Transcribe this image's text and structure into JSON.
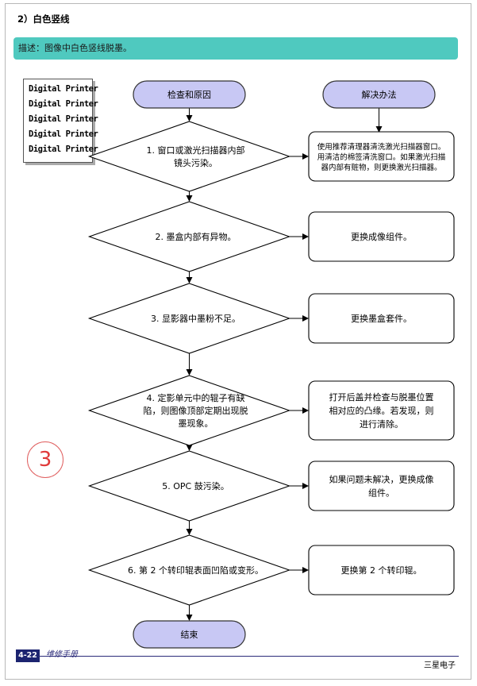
{
  "section": {
    "title": "2）白色竖线"
  },
  "description": "描述：图像中白色竖线脱墨。",
  "logo": {
    "lines": [
      "Digital Printer",
      "Digital Printer",
      "Digital Printer",
      "Digital Printer",
      "Digital Printer"
    ]
  },
  "flow": {
    "header_left": "检查和原因",
    "header_right": "解决办法",
    "end": "结束",
    "steps": [
      {
        "cause": [
          "1. 窗口或激光扫描器内部",
          "镜头污染。"
        ],
        "solution": [
          "使用推荐清理器清洗激光扫描器窗口。",
          "用清洁的棉签清洗窗口。如果激光扫描",
          "器内部有赃物，则更换激光扫描器。"
        ]
      },
      {
        "cause": [
          "2. 墨盒内部有异物。"
        ],
        "solution": [
          "更换成像组件。"
        ]
      },
      {
        "cause": [
          "3. 显影器中墨粉不足。"
        ],
        "solution": [
          "更换墨盒套件。"
        ]
      },
      {
        "cause": [
          "4. 定影单元中的辊子有缺",
          "陷，则图像顶部定期出现脱",
          "墨现象。"
        ],
        "solution": [
          "打开后盖并检查与脱墨位置",
          "相对应的凸缘。若发现，则",
          "进行清除。"
        ]
      },
      {
        "cause": [
          "5. OPC 鼓污染。"
        ],
        "solution": [
          "如果问题未解决，更换成像",
          "组件。"
        ]
      },
      {
        "cause": [
          "6. 第 2 个转印辊表面凹陷或变形。"
        ],
        "solution": [
          "更换第 2 个转印辊。"
        ]
      }
    ]
  },
  "annotation": "3",
  "footer": {
    "page": "4-22",
    "manual": "维修手册",
    "company": "三星电子"
  }
}
